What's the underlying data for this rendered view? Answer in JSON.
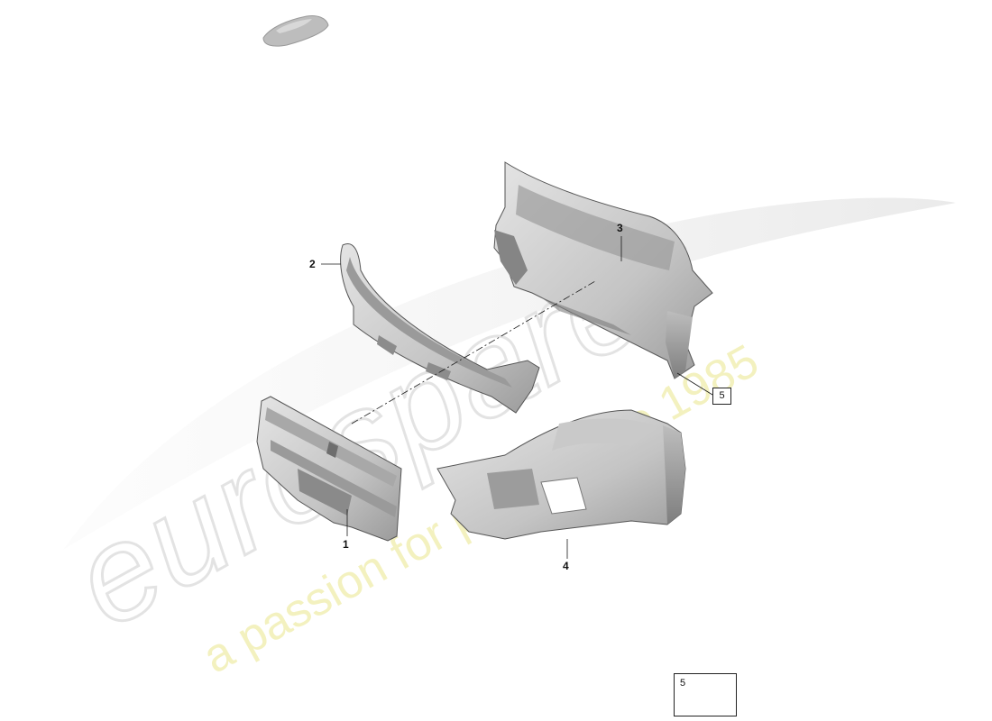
{
  "watermark": {
    "brand": "eurospares",
    "tagline": "a passion for parts since 1985"
  },
  "callouts": {
    "part1": "1",
    "part2": "2",
    "part3": "3",
    "part4": "4",
    "part5_ref": "5"
  },
  "legend": {
    "number": "5",
    "icon": "bolt-clip-icon"
  },
  "colors": {
    "watermark_gray": "#e6e6e6",
    "watermark_yellow": "#f2f0b0",
    "part_light": "#d9d9d9",
    "part_mid": "#b5b5b5",
    "part_dark": "#8a8a8a",
    "line": "#1a1a1a"
  }
}
